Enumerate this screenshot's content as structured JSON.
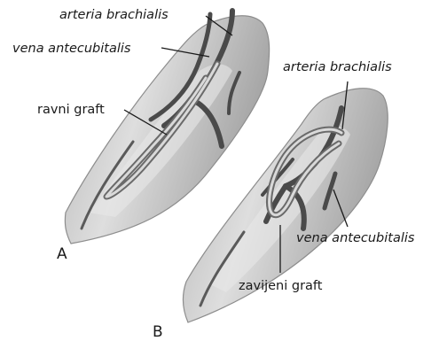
{
  "labels": {
    "a_arteria": "arteria brachialis",
    "a_vena": "vena antecubitalis",
    "a_graft": "ravni graft",
    "panel_a": "A",
    "b_arteria": "arteria brachialis",
    "b_vena": "vena antecubitalis",
    "b_graft": "zavijeni graft",
    "panel_b": "B"
  },
  "colors": {
    "arm_light": "#dcdcdc",
    "arm_dark": "#9e9e9e",
    "vessel": "#4a4a4a",
    "graft": "#d9d9d9",
    "text": "#1a1a1a"
  }
}
